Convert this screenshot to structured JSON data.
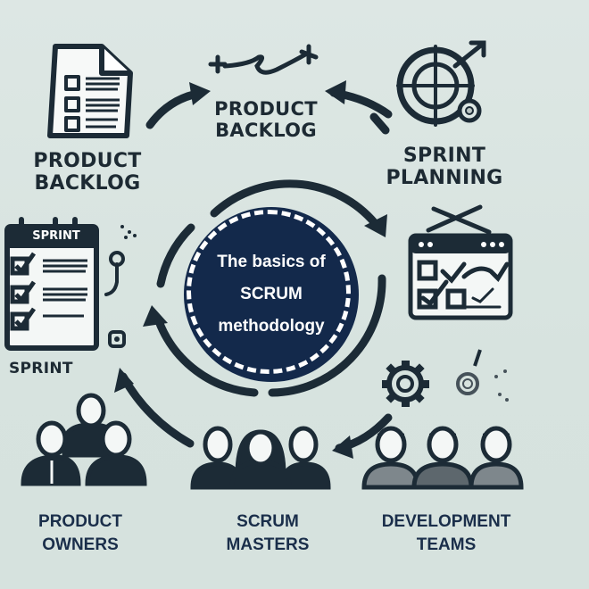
{
  "diagram": {
    "title": [
      "The basics of",
      "SCRUM",
      "methodology"
    ],
    "colors": {
      "background": "#d8e4e0",
      "center_fill": "#13294b",
      "center_ring": "#ffffff",
      "icon_stroke": "#1c2b36",
      "bottom_label": "#1a2e4a"
    },
    "nodes": [
      {
        "id": "product-backlog-left",
        "icon": "document-checklist-icon",
        "label": [
          "PRODUCT",
          "BACKLOG"
        ]
      },
      {
        "id": "product-backlog-top",
        "icon": "squiggle-arrow-icon",
        "label": [
          "PRODUCT",
          "BACKLOG"
        ]
      },
      {
        "id": "sprint-planning",
        "icon": "target-gear-icon",
        "label": [
          "SPRINT",
          "PLANNING"
        ]
      },
      {
        "id": "sprint",
        "icon": "sprint-calendar-checklist-icon",
        "calendar_header": "SPRINT",
        "label": [
          "SPRINT"
        ]
      },
      {
        "id": "sprint-board",
        "icon": "browser-checklist-board-icon",
        "label": []
      },
      {
        "id": "gears",
        "icon": "gears-icon",
        "label": []
      }
    ],
    "roles": [
      {
        "id": "product-owners",
        "icon": "people-group-icon",
        "label": [
          "PRODUCT",
          "OWNERS"
        ]
      },
      {
        "id": "scrum-masters",
        "icon": "people-group-icon",
        "label": [
          "SCRUM",
          "MASTERS"
        ]
      },
      {
        "id": "development-teams",
        "icon": "people-group-icon",
        "label": [
          "DEVELOPMENT",
          "TEAMS"
        ]
      }
    ]
  }
}
